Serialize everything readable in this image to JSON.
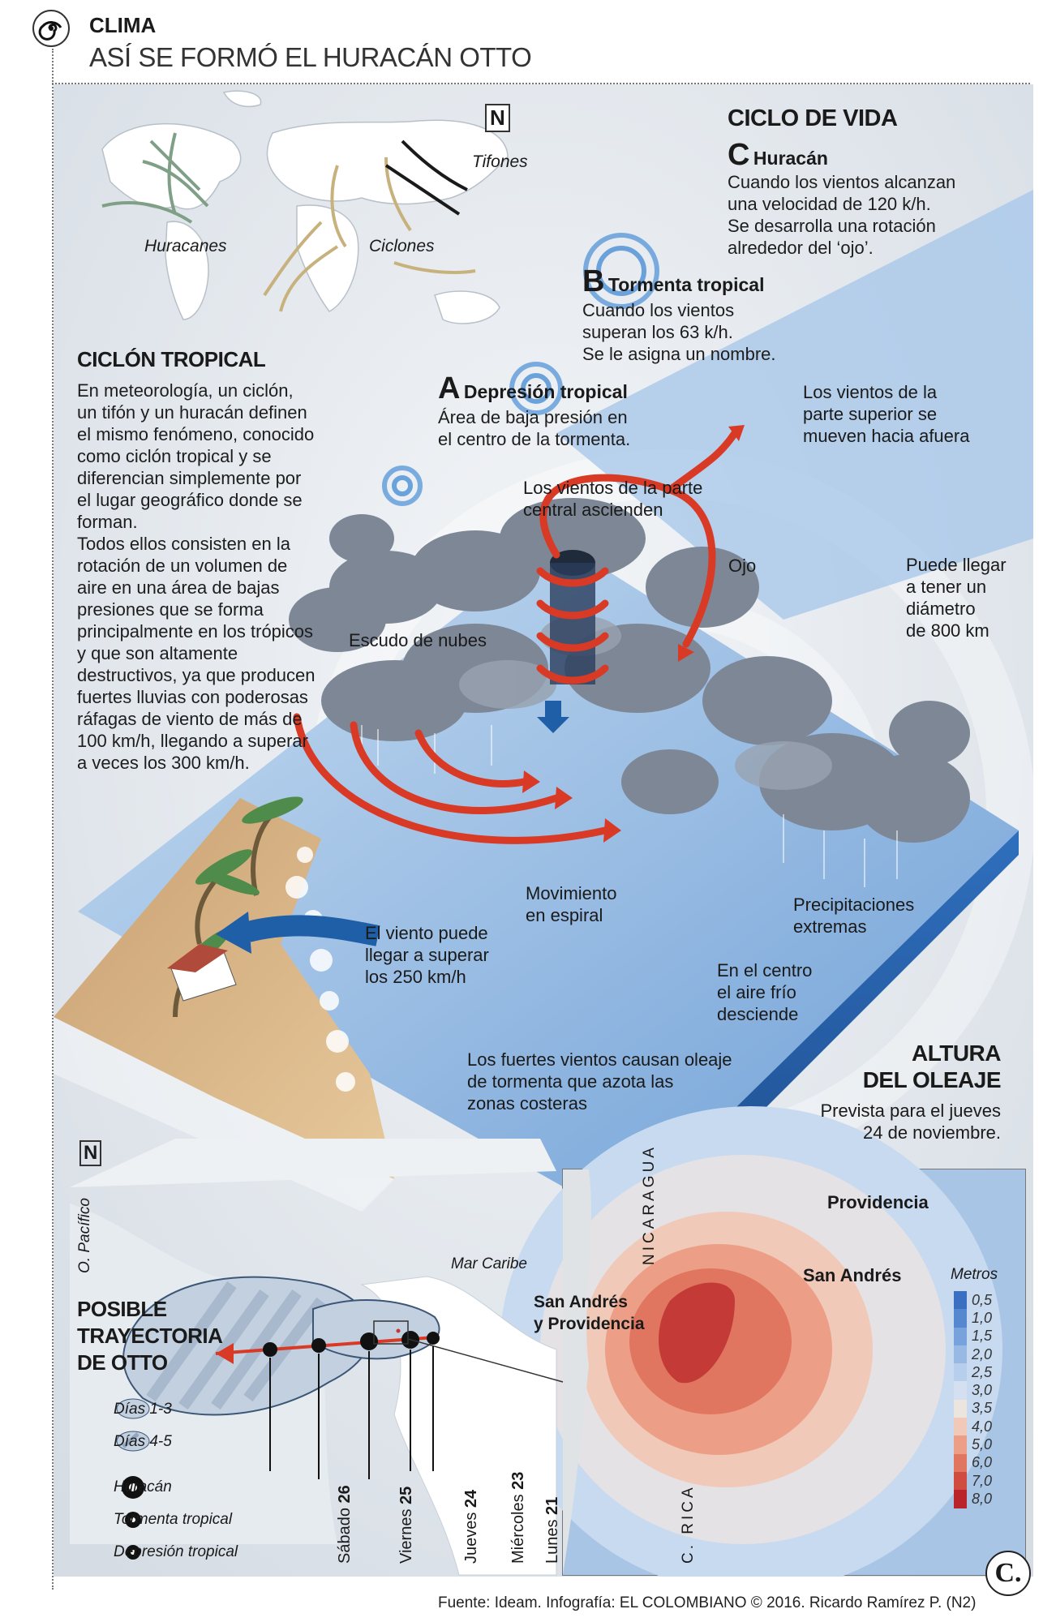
{
  "header": {
    "section": "CLIMA",
    "title": "ASÍ SE FORMÓ EL HURACÁN OTTO"
  },
  "world_map": {
    "north": "N",
    "labels": [
      "Tifones",
      "Huracanes",
      "Ciclones"
    ]
  },
  "lifecycle": {
    "title": "CICLO DE VIDA",
    "stages": [
      {
        "letter": "C",
        "name": "Huracán",
        "text": "Cuando los vientos alcanzan\nuna velocidad de 120 k/h.\nSe desarrolla una rotación\nalrededor del ‘ojo’."
      },
      {
        "letter": "B",
        "name": "Tormenta tropical",
        "text": "Cuando los vientos\nsuperan los 63 k/h.\nSe le asigna un nombre."
      },
      {
        "letter": "A",
        "name": "Depresión tropical",
        "text": "Área de baja presión en\nel centro de la tormenta."
      }
    ]
  },
  "cyclone": {
    "title": "CICLÓN TROPICAL",
    "text": "En meteorología, un ciclón,\nun tifón y un huracán definen\nel mismo fenómeno, conocido\ncomo ciclón tropical y se\ndiferencian simplemente por\nel lugar geográfico donde se\nforman.\nTodos ellos consisten en la\nrotación de un volumen de\naire en una área de bajas\npresiones que se forma\nprincipalmente en los trópicos\ny que son altamente\ndestructivos, ya que producen\nfuertes lluvias con poderosas\nráfagas de viento de más de\n100 km/h, llegando a superar\na veces los 300 km/h."
  },
  "storm_labels": {
    "upper_winds": "Los vientos de la\nparte superior se\nmueven hacia afuera",
    "central_winds": "Los vientos de la parte\ncentral ascienden",
    "eye": "Ojo",
    "diameter": "Puede llegar\na tener un\ndiámetro\nde 800 km",
    "cloud_shield": "Escudo de nubes",
    "spiral": "Movimiento\nen espiral",
    "precip": "Precipitaciones\nextremas",
    "wind_speed": "El viento puede\nllegar a superar\nlos 250 km/h",
    "cold_air": "En el centro\nel aire frío\ndesciende",
    "surge": "Los fuertes vientos causan oleaje\nde tormenta que azota las\nzonas costeras"
  },
  "waves": {
    "title": "ALTURA\nDEL OLEAJE",
    "subtitle": "Prevista para el jueves\n24 de noviembre.",
    "providencia": "Providencia",
    "san_andres": "San Andrés",
    "nicaragua": "NICARAGUA",
    "costa_rica": "C. RICA",
    "legend_title": "Metros",
    "legend": [
      {
        "v": "0,5",
        "c": "#3a6fc2"
      },
      {
        "v": "1,0",
        "c": "#5688d0"
      },
      {
        "v": "1,5",
        "c": "#78a2db"
      },
      {
        "v": "2,0",
        "c": "#97b9e4"
      },
      {
        "v": "2,5",
        "c": "#b7cfec"
      },
      {
        "v": "3,0",
        "c": "#d4e0ef"
      },
      {
        "v": "3,5",
        "c": "#ece4df"
      },
      {
        "v": "4,0",
        "c": "#f0c9b8"
      },
      {
        "v": "5,0",
        "c": "#ec9f86"
      },
      {
        "v": "6,0",
        "c": "#e07660"
      },
      {
        "v": "7,0",
        "c": "#d14c40"
      },
      {
        "v": "8,0",
        "c": "#b8262c"
      }
    ]
  },
  "trajectory": {
    "north": "N",
    "pacific": "O. Pacífico",
    "caribbean": "Mar Caribe",
    "islands": "San Andrés\ny Providencia",
    "title": "POSIBLE\nTRAYECTORIA\nDE OTTO",
    "legend": [
      "Días 1-3",
      "Días 4-5",
      "Huracán",
      "Tormenta tropical",
      "Depresión tropical"
    ],
    "days": [
      {
        "name": "Sábado",
        "num": "26"
      },
      {
        "name": "Viernes",
        "num": "25"
      },
      {
        "name": "Jueves",
        "num": "24"
      },
      {
        "name": "Miércoles",
        "num": "23"
      },
      {
        "name": "Lunes",
        "num": "21"
      }
    ]
  },
  "footer": {
    "credit": "Fuente: Ideam. Infografía: EL COLOMBIANO © 2016. Ricardo Ramírez P. (N2)",
    "logo": "C."
  },
  "colors": {
    "accent_red": "#d93a25",
    "ocean": "#8fb5de",
    "cloud": "#7d8796",
    "arrow_blue": "#1f5fa8"
  }
}
